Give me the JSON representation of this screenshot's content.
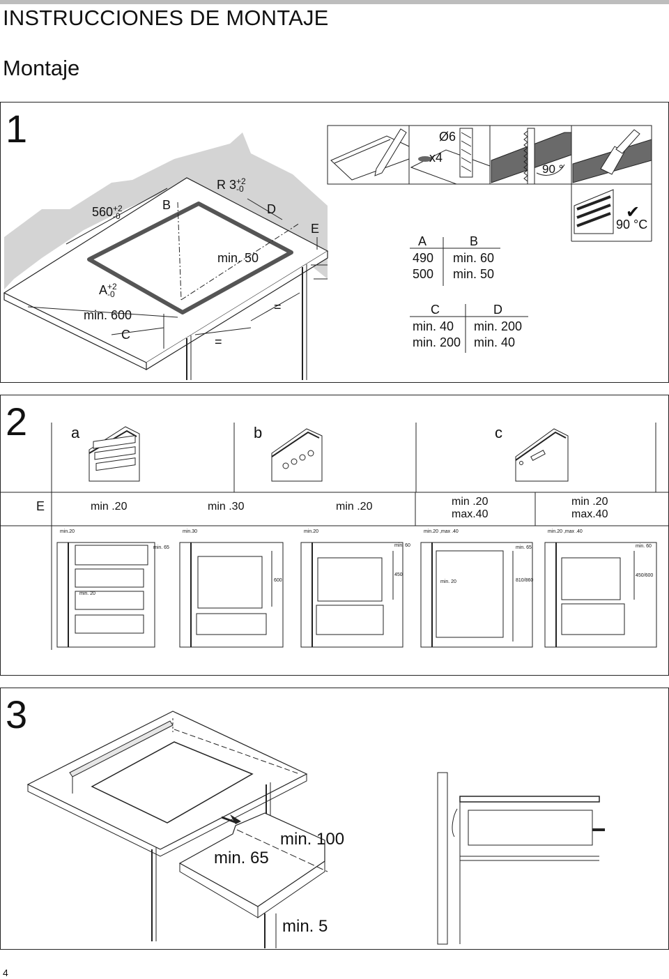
{
  "header": {
    "title": "INSTRUCCIONES DE MONTAJE",
    "subtitle": "Montaje"
  },
  "step1": {
    "number": "1",
    "dims": {
      "w560": "560",
      "w560_tol": "+2\n-0",
      "label_B": "B",
      "r3": "R 3",
      "r3_tol": "+2\n-0",
      "label_D": "D",
      "label_E": "E",
      "min50": "min. 50",
      "a_label": "A",
      "a_tol": "+2\n-0",
      "min600": "min. 600",
      "label_C": "C",
      "eq1": "=",
      "eq2": "="
    },
    "tools": {
      "diameter": "Ø6",
      "count": "x4",
      "angle": "90 °",
      "temp": "90 °C",
      "check": "✔"
    },
    "table_ab": {
      "headers": [
        "A",
        "B"
      ],
      "rows": [
        [
          "490",
          "min. 60"
        ],
        [
          "500",
          "min. 50"
        ]
      ]
    },
    "table_cd": {
      "headers": [
        "C",
        "D"
      ],
      "rows": [
        [
          "min. 40",
          "min. 200"
        ],
        [
          "min. 200",
          "min. 40"
        ]
      ]
    }
  },
  "step2": {
    "number": "2",
    "variants": [
      "a",
      "b",
      "c"
    ],
    "e_row": {
      "label": "E",
      "values": [
        "min .20",
        "min .30",
        "min .20",
        "min .20\nmax.40",
        "min .20\nmax.40"
      ]
    },
    "small": {
      "top": [
        "min.20",
        "min.30",
        "min.20",
        "min.20 ,max .40",
        "min.20 ,max .40"
      ],
      "side": [
        "min. 65",
        "min. 60",
        "min. 65",
        "min. 60"
      ],
      "heights": [
        "600",
        "450",
        "810/860",
        "450/600"
      ],
      "bottom": [
        "min. 20",
        "min. 20"
      ]
    }
  },
  "step3": {
    "number": "3",
    "labels": {
      "min100": "min. 100",
      "min65": "min. 65",
      "min5": "min. 5"
    }
  },
  "page_number": "4"
}
